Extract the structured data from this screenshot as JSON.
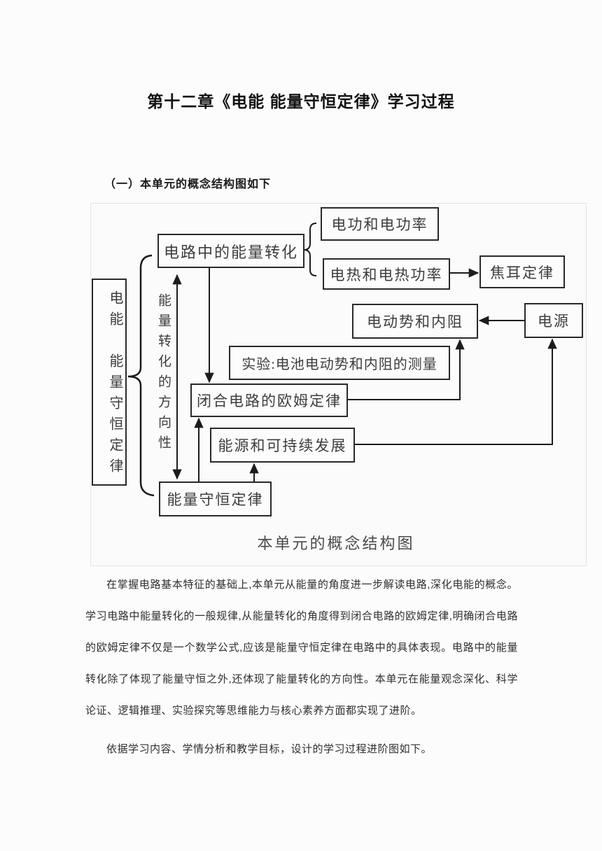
{
  "page": {
    "title": "第十二章《电能 能量守恒定律》学习过程",
    "section_heading": "（一）本单元的概念结构图如下",
    "paragraph1": "在掌握电路基本特征的基础上,本单元从能量的角度进一步解读电路,深化电能的概念。学习电路中能量转化的一般规律,从能量转化的角度得到闭合电路的欧姆定律,明确闭合电路的欧姆定律不仅是一个数学公式,应该是能量守恒定律在电路中的具体表现。电路中的能量转化除了体现了能量守恒之外,还体现了能量转化的方向性。本单元在能量观念深化、科学论证、逻辑推理、实验探究等思维能力与核心素养方面都实现了进阶。",
    "paragraph2": "依据学习内容、学情分析和教学目标，设计的学习过程进阶图如下。"
  },
  "diagram": {
    "caption": "本单元的概念结构图",
    "nodes": {
      "unit": "电能　能量守恒定律",
      "direction_label": "能量转化的方向性",
      "circuit_energy": "电路中的能量转化",
      "electric_work": "电功和电功率",
      "electric_heat": "电热和电热功率",
      "joule_law": "焦耳定律",
      "emf_resistance": "电动势和内阻",
      "power_source": "电源",
      "experiment": "实验:电池电动势和内阻的测量",
      "closed_circuit_ohm": "闭合电路的欧姆定律",
      "energy_sustainable": "能源和可持续发展",
      "energy_conservation": "能量守恒定律"
    },
    "colors": {
      "line": "#1c1c1c",
      "box_border": "#2a2a2a",
      "text": "#3d3d3d"
    }
  }
}
